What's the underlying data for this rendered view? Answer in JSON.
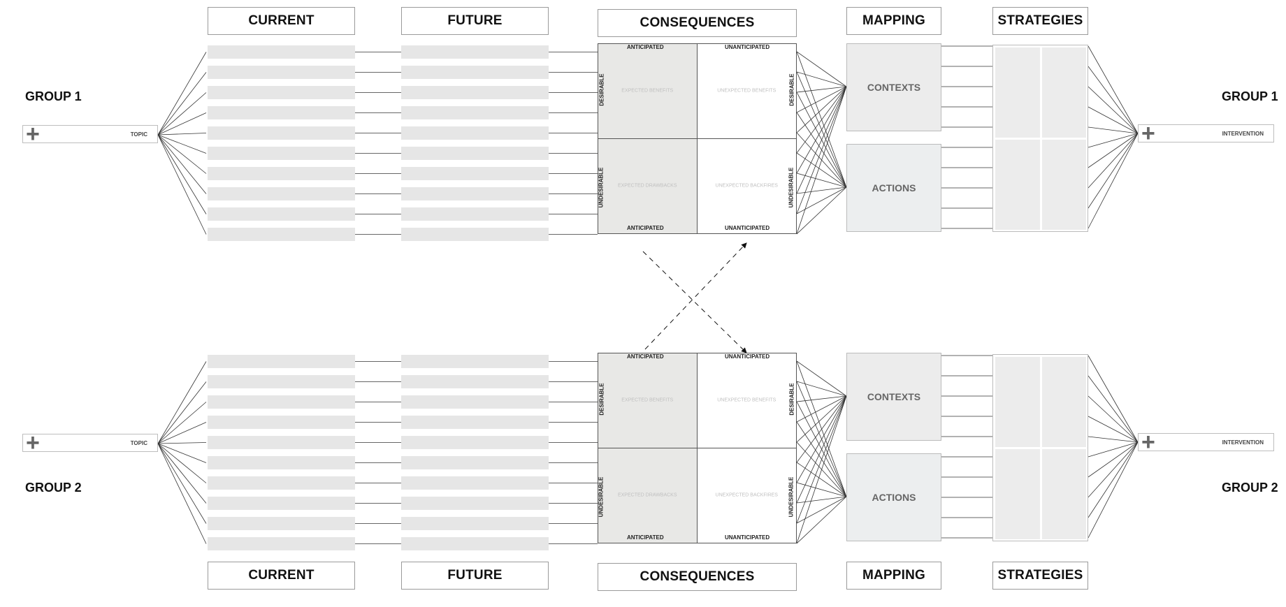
{
  "headers": {
    "current": "CURRENT",
    "future": "FUTURE",
    "consequences": "CONSEQUENCES",
    "mapping": "MAPPING",
    "strategies": "STRATEGIES"
  },
  "groups": [
    {
      "label": "GROUP 1",
      "topic": "TOPIC",
      "intervention": "INTERVENTION"
    },
    {
      "label": "GROUP 2",
      "topic": "TOPIC",
      "intervention": "INTERVENTION"
    }
  ],
  "matrix": {
    "anticipated": "ANTICIPATED",
    "unanticipated": "UNANTICIPATED",
    "desirable": "DESIRABLE",
    "undesirable": "UNDESIRABLE",
    "expected_benefits": "EXPECTED BENEFITS",
    "unexpected_benefits": "UNEXPECTED BENEFITS",
    "expected_drawbacks": "EXPECTED DRAWBACKS",
    "unexpected_backfires": "UNEXPECTED BACKFIRES"
  },
  "mapping": {
    "contexts": "CONTEXTS",
    "actions": "ACTIONS"
  },
  "colors": {
    "bar": "#e6e6e6",
    "anticipated_fill": "#e8e8e6",
    "box_fill": "#ececec",
    "actions_fill": "#eceeef",
    "line": "#333333"
  }
}
